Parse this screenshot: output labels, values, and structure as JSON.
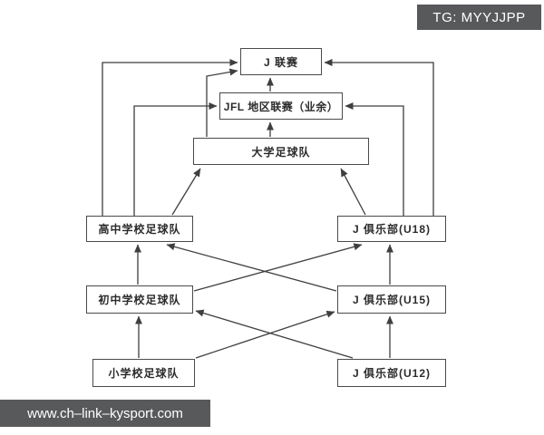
{
  "page": {
    "background": "#ffffff"
  },
  "overlays": {
    "tg_badge": {
      "label": "TG: MYYJJPP",
      "bg": "#58595b",
      "text_color": "#ffffff"
    },
    "watermark": {
      "label": "www.ch–link–kysport.com",
      "bg": "#58595b",
      "text_color": "#ffffff"
    }
  },
  "diagram": {
    "type": "flowchart",
    "description": "Japanese football promotion pyramid: school teams and J-club youth academies feeding upward into university football, JFL regional league (amateur) and the J League",
    "colors": {
      "box_border": "#4a4a4a",
      "box_fill": "#ffffff",
      "text": "#2b2b2b",
      "arrow": "#3f3f3f"
    },
    "nodes": {
      "j_league": {
        "label": "J 联赛"
      },
      "jfl": {
        "label": "JFL 地区联赛（业余）"
      },
      "university": {
        "label": "大学足球队"
      },
      "high_school": {
        "label": "高中学校足球队"
      },
      "j_club_u18": {
        "label": "J 俱乐部(U18)"
      },
      "middle_school": {
        "label": "初中学校足球队"
      },
      "j_club_u15": {
        "label": "J 俱乐部(U15)"
      },
      "elementary": {
        "label": "小学校足球队"
      },
      "j_club_u12": {
        "label": "J 俱乐部(U12)"
      }
    },
    "edges": [
      {
        "from": "jfl",
        "to": "j_league"
      },
      {
        "from": "university",
        "to": "jfl"
      },
      {
        "from": "university",
        "to": "j_league"
      },
      {
        "from": "high_school",
        "to": "j_league"
      },
      {
        "from": "high_school",
        "to": "jfl"
      },
      {
        "from": "high_school",
        "to": "university"
      },
      {
        "from": "j_club_u18",
        "to": "j_league"
      },
      {
        "from": "j_club_u18",
        "to": "jfl"
      },
      {
        "from": "j_club_u18",
        "to": "university"
      },
      {
        "from": "middle_school",
        "to": "high_school"
      },
      {
        "from": "middle_school",
        "to": "j_club_u18"
      },
      {
        "from": "j_club_u15",
        "to": "high_school"
      },
      {
        "from": "j_club_u15",
        "to": "j_club_u18"
      },
      {
        "from": "elementary",
        "to": "middle_school"
      },
      {
        "from": "elementary",
        "to": "j_club_u15"
      },
      {
        "from": "j_club_u12",
        "to": "middle_school"
      },
      {
        "from": "j_club_u12",
        "to": "j_club_u15"
      }
    ]
  }
}
